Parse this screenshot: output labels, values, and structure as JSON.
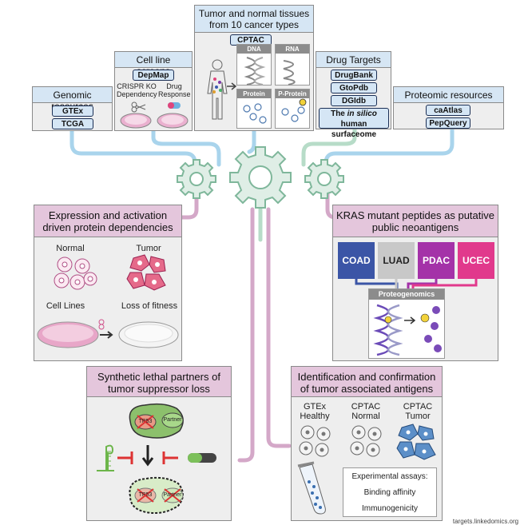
{
  "top": {
    "tumor_normal": {
      "title": "Tumor and normal tissues from 10 cancer types",
      "tag": "CPTAC",
      "panels": [
        "DNA",
        "RNA",
        "Protein",
        "P-Protein"
      ]
    },
    "cell_lines": {
      "title": "Cell line screens",
      "tag": "DepMap",
      "sub1": "CRISPR KO Dependency",
      "sub2": "Drug Response"
    },
    "genomic": {
      "title": "Genomic resources",
      "tags": [
        "GTEx",
        "TCGA"
      ]
    },
    "drug_targets": {
      "title": "Drug Targets",
      "tags": [
        "DrugBank",
        "GtoPdb",
        "DGIdb"
      ],
      "surfaceome_pre": "The",
      "surfaceome_it": "in silico",
      "surfaceome_post": "human surfaceome"
    },
    "proteomic": {
      "title": "Proteomic resources",
      "tags": [
        "caAtlas",
        "PepQuery"
      ]
    }
  },
  "middle": {
    "expression": {
      "title": "Expression and activation driven protein dependencies",
      "normal": "Normal",
      "tumor": "Tumor",
      "cell_lines": "Cell Lines",
      "loss": "Loss of fitness"
    },
    "kras": {
      "title": "KRAS mutant peptides as putative public neoantigens",
      "cancers": [
        {
          "name": "COAD",
          "color": "#3b55a6"
        },
        {
          "name": "LUAD",
          "color": "#c8c8c8",
          "text_color": "#222222"
        },
        {
          "name": "PDAC",
          "color": "#a432a8"
        },
        {
          "name": "UCEC",
          "color": "#e1398c"
        }
      ],
      "proteogenomics": "Proteogenomics"
    }
  },
  "bottom": {
    "synthetic": {
      "title": "Synthetic lethal partners of tumor suppressor loss",
      "tp53": "TP53",
      "partner": "Partner"
    },
    "antigens": {
      "title": "Identification and confirmation of tumor associated antigens",
      "groups": [
        {
          "line1": "GTEx",
          "line2": "Healthy"
        },
        {
          "line1": "CPTAC",
          "line2": "Normal"
        },
        {
          "line1": "CPTAC",
          "line2": "Tumor"
        }
      ],
      "assays_title": "Experimental assays:",
      "assay1": "Binding affinity",
      "assay2": "Immunogenicity"
    }
  },
  "footer": "targets.linkedomics.org",
  "colors": {
    "blue_connector": "#a9d4ec",
    "green_connector": "#b7dcc8",
    "pink_connector": "#d4a8c8",
    "gear_fill": "#dfeee6",
    "gear_stroke": "#7fb79b"
  }
}
